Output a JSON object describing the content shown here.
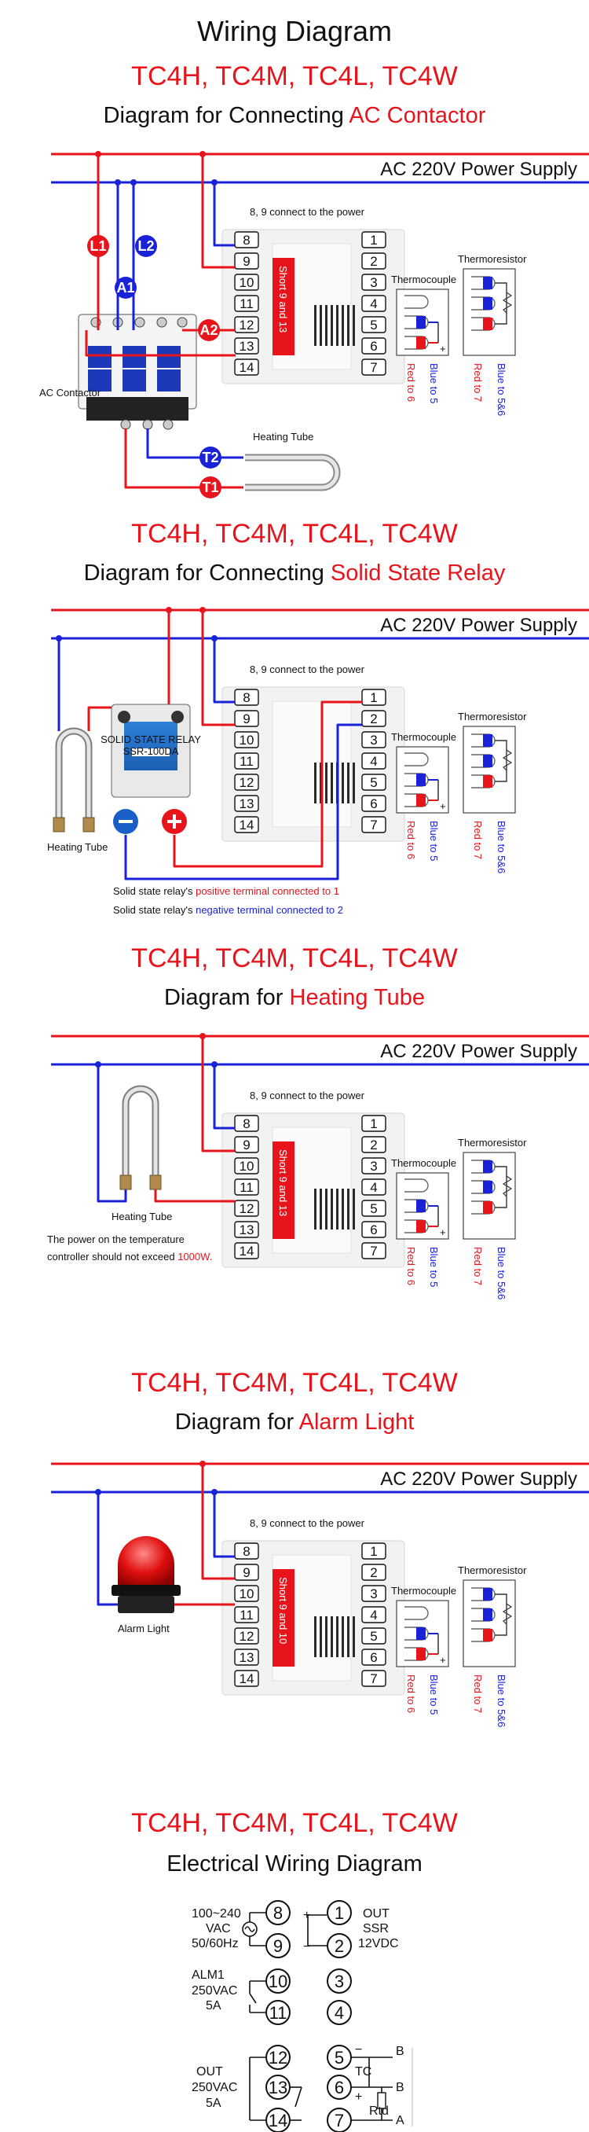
{
  "title": "Wiring Diagram",
  "sections": [
    {
      "models": "TC4H, TC4M, TC4L, TC4W",
      "caption_prefix": "Diagram for Connecting ",
      "caption_highlight": "AC Contactor",
      "power_label": "AC 220V Power Supply",
      "connect_note": "8, 9 connect to the power",
      "short_label": "Short 9 and 13",
      "device_label": "AC Contactor",
      "load_label": "Heating Tube",
      "markers": [
        "L1",
        "L2",
        "A1",
        "A2",
        "T2",
        "T1"
      ]
    },
    {
      "models": "TC4H, TC4M, TC4L, TC4W",
      "caption_prefix": "Diagram for Connecting ",
      "caption_highlight": "Solid State Relay",
      "power_label": "AC 220V Power Supply",
      "connect_note": "8, 9 connect to the power",
      "load_label": "Heating Tube",
      "ssr_text": "SOLID STATE RELAY",
      "ssr_model": "SSR-100DA",
      "note_pos_prefix": "Solid state relay's ",
      "note_pos_highlight": "positive terminal connected to 1",
      "note_neg_prefix": "Solid state relay's ",
      "note_neg_highlight": "negative terminal connected to 2"
    },
    {
      "models": "TC4H, TC4M, TC4L, TC4W",
      "caption_prefix": "Diagram for ",
      "caption_highlight": "Heating Tube",
      "power_label": "AC 220V Power Supply",
      "connect_note": "8, 9 connect to the power",
      "short_label": "Short 9 and 13",
      "load_label": "Heating Tube",
      "note_line1": "The power on the temperature",
      "note_line2_prefix": "controller should not exceed ",
      "note_line2_highlight": "1000W."
    },
    {
      "models": "TC4H, TC4M, TC4L, TC4W",
      "caption_prefix": "Diagram for ",
      "caption_highlight": "Alarm Light",
      "power_label": "AC 220V Power Supply",
      "connect_note": "8, 9 connect to the power",
      "short_label": "Short 9 and 10",
      "load_label": "Alarm Light"
    }
  ],
  "controller": {
    "left_terminals": [
      "8",
      "9",
      "10",
      "11",
      "12",
      "13",
      "14"
    ],
    "right_terminals": [
      "1",
      "2",
      "3",
      "4",
      "5",
      "6",
      "7"
    ]
  },
  "sensors": {
    "thermocouple": "Thermocouple",
    "thermoresistor": "Thermoresistor",
    "red_to_6": "Red to 6",
    "blue_to_5": "Blue to 5",
    "red_to_7": "Red to 7",
    "blue_to_5_6": "Blue to 5&6"
  },
  "electrical": {
    "models": "TC4H, TC4M, TC4L, TC4W",
    "caption": "Electrical Wiring Diagram",
    "power_l1": "100~240",
    "power_l2": "VAC",
    "power_l3": "50/60Hz",
    "out_l1": "OUT",
    "out_l2": "SSR",
    "out_l3": "12VDC",
    "alm_l1": "ALM1",
    "alm_l2": "250VAC",
    "alm_l3": "5A",
    "out2_l1": "OUT",
    "out2_l2": "250VAC",
    "out2_l3": "5A",
    "tc": "TC",
    "rtd": "Rtd",
    "b1": "B",
    "b2": "B",
    "a": "A",
    "plus": "+",
    "minus": "−",
    "left_terms": [
      "8",
      "9",
      "10",
      "11",
      "12",
      "13",
      "14"
    ],
    "right_terms": [
      "1",
      "2",
      "3",
      "4",
      "5",
      "6",
      "7"
    ]
  },
  "colors": {
    "red": "#e8141b",
    "blue": "#1a22d8",
    "dark": "#111111"
  }
}
